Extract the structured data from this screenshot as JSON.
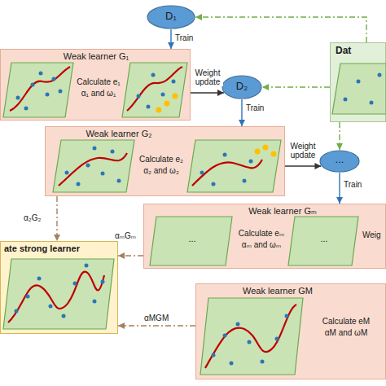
{
  "diagram": {
    "nodes": [
      {
        "text": [
          "D₁"
        ]
      },
      {
        "text": [
          "Dat"
        ]
      },
      {
        "text": [
          "Weak learner G₁",
          "Calculate e₁",
          "α₁ and ω₁"
        ]
      },
      {
        "text": [
          "D₂"
        ]
      },
      {
        "text": [
          "Weak learner G₂",
          "Calculate e₂",
          "α₂ and ω₂"
        ]
      },
      {
        "text": [
          "..."
        ]
      },
      {
        "text": [
          "Weak learner Gₘ",
          "...",
          "Calculate eₘ",
          "αₘ and ωₘ",
          "..."
        ]
      },
      {
        "text": [
          "ate strong learner"
        ]
      },
      {
        "text": [
          "Weak learner GM",
          "Calculate eM",
          "αM and ωM"
        ]
      }
    ],
    "edges": [
      {
        "from": 0,
        "to": 2,
        "arrow": "to",
        "label": "Train"
      },
      {
        "from": 2,
        "to": 3,
        "arrow": "to",
        "label": "Weight update"
      },
      {
        "from": 3,
        "to": 4,
        "arrow": "to",
        "label": "Train"
      },
      {
        "from": 4,
        "to": 5,
        "arrow": "to",
        "label": "Weight update"
      },
      {
        "from": 5,
        "to": 6,
        "arrow": "to",
        "label": "Train"
      },
      {
        "from": 1,
        "to": 0,
        "arrow": "to"
      },
      {
        "from": 1,
        "to": 3,
        "arrow": "to"
      },
      {
        "from": 1,
        "to": 5,
        "arrow": "to"
      },
      {
        "from": 4,
        "to": 7,
        "arrow": "to",
        "label": "α₂G₂"
      },
      {
        "from": 6,
        "to": 7,
        "arrow": "to",
        "label": "αₘGₘ"
      },
      {
        "from": 8,
        "to": 7,
        "arrow": "to",
        "label": "αMGM"
      }
    ],
    "labels": [
      "Weig"
    ]
  }
}
